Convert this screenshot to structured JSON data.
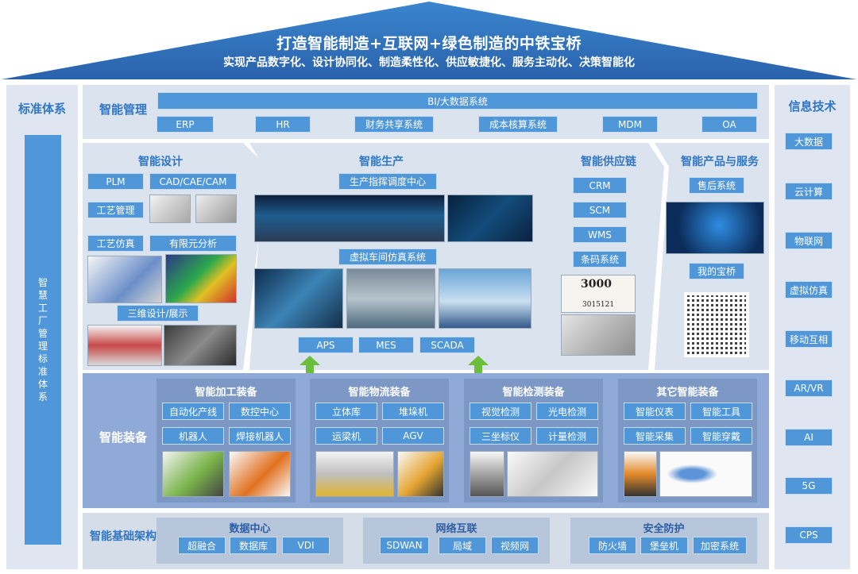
{
  "roof": {
    "title": "打造智能制造+互联网+绿色制造的中铁宝桥",
    "subtitle": "实现产品数字化、设计协同化、制造柔性化、供应敏捷化、服务主动化、决策智能化"
  },
  "left": {
    "title": "标准体系",
    "bar_label": "智慧工厂管理标准体系"
  },
  "right": {
    "title": "信息技术",
    "items": [
      "大数据",
      "云计算",
      "物联网",
      "虚拟仿真",
      "移动互相",
      "AR/VR",
      "AI",
      "5G",
      "CPS"
    ]
  },
  "mgmt": {
    "title": "智能管理",
    "bi": "BI/大数据系统",
    "items": [
      "ERP",
      "HR",
      "财务共享系统",
      "成本核算系统",
      "MDM",
      "OA"
    ]
  },
  "design": {
    "title": "智能设计",
    "plm": "PLM",
    "cad": "CAD/CAE/CAM",
    "craft": "工艺管理",
    "craft_sim": "工艺仿真",
    "fea": "有限元分析",
    "three_d": "三维设计/展示"
  },
  "production": {
    "title": "智能生产",
    "command": "生产指挥调度中心",
    "virtual": "虚拟车间仿真系统",
    "items": [
      "APS",
      "MES",
      "SCADA"
    ]
  },
  "supply": {
    "title": "智能供应链",
    "items": [
      "CRM",
      "SCM",
      "WMS",
      "条码系统"
    ],
    "label_number": "3000",
    "label_number2": "3015121"
  },
  "service": {
    "title": "智能产品与服务",
    "aftersale": "售后系统",
    "mybridge": "我的宝桥"
  },
  "equipment": {
    "title": "智能装备",
    "groups": [
      {
        "title": "智能加工装备",
        "items": [
          "自动化产线",
          "数控中心",
          "机器人",
          "焊接机器人"
        ]
      },
      {
        "title": "智能物流装备",
        "items": [
          "立体库",
          "堆垛机",
          "运梁机",
          "AGV"
        ]
      },
      {
        "title": "智能检测装备",
        "items": [
          "视觉检测",
          "光电检测",
          "三坐标仪",
          "计量检测"
        ]
      },
      {
        "title": "其它智能装备",
        "items": [
          "智能仪表",
          "智能工具",
          "智能采集",
          "智能穿戴"
        ]
      }
    ]
  },
  "infra": {
    "title": "智能基础架构",
    "groups": [
      {
        "title": "数据中心",
        "items": [
          "超融合",
          "数据库",
          "VDI"
        ]
      },
      {
        "title": "网络互联",
        "items": [
          "SDWAN",
          "局域",
          "视频网"
        ]
      },
      {
        "title": "安全防护",
        "items": [
          "防火墙",
          "堡垒机",
          "加密系统"
        ]
      }
    ]
  },
  "colors": {
    "roof": "#2f6fb7",
    "button": "#4f97d9",
    "panel": "#dbe3ef",
    "equipment": "#8fa8d6",
    "title": "#2f77c4"
  }
}
